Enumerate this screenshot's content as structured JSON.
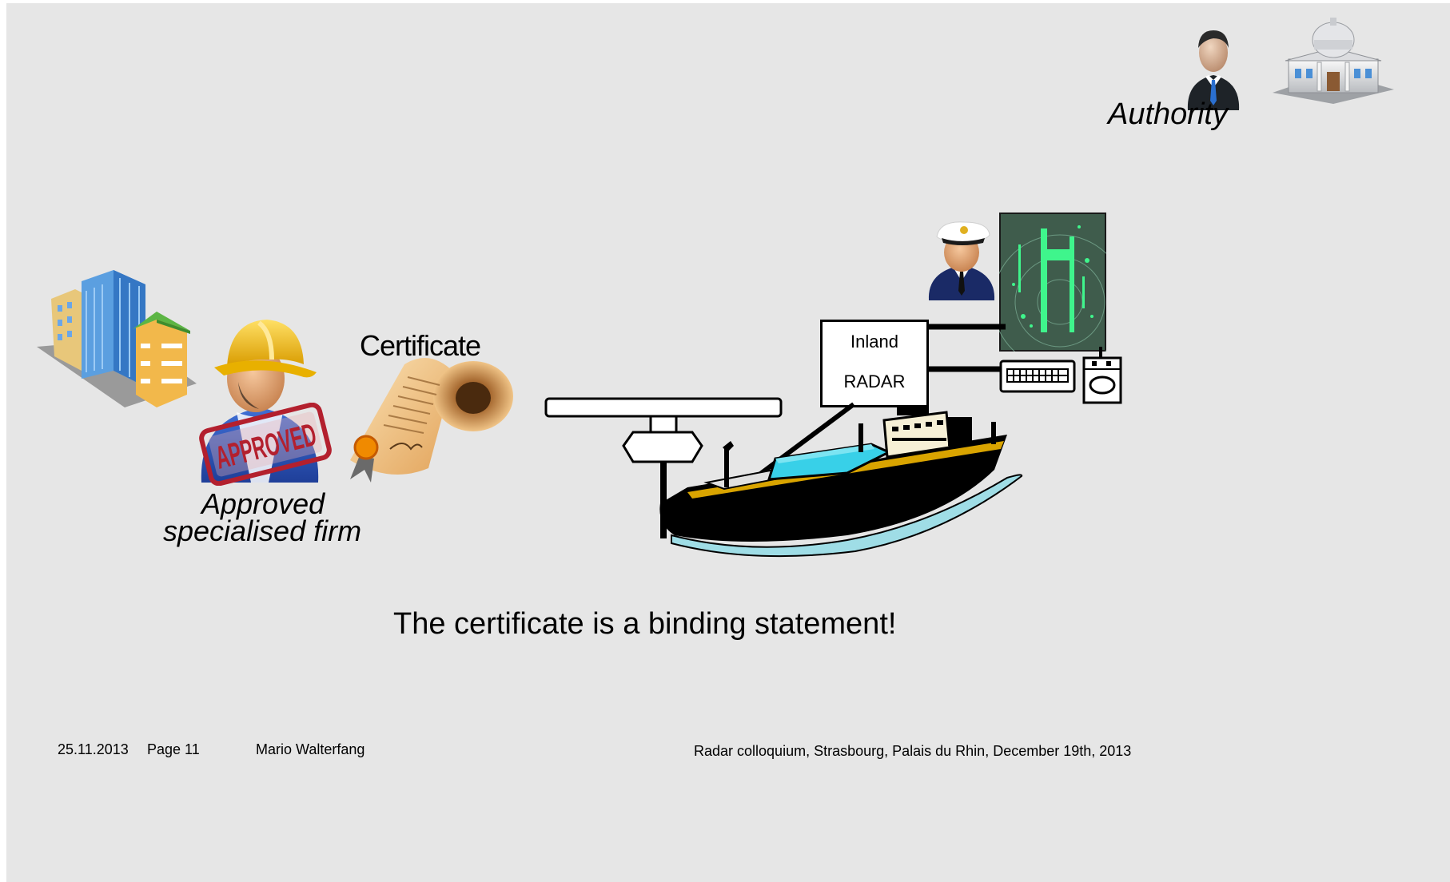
{
  "authority": {
    "label": "Authority",
    "icons": [
      "official-person-icon",
      "government-building-icon"
    ]
  },
  "firm": {
    "label_line1": "Approved",
    "label_line2": "specialised firm",
    "stamp_text": "APPROVED",
    "icons": [
      "city-buildings-icon",
      "construction-worker-icon",
      "approved-stamp-icon"
    ]
  },
  "certificate": {
    "label": "Certificate",
    "icon": "certificate-scroll-icon"
  },
  "radar": {
    "box_line1": "Inland",
    "box_line2": "RADAR",
    "icons": [
      "ship-captain-icon",
      "radar-display-icon",
      "keyboard-icon",
      "control-unit-icon",
      "radar-antenna-icon",
      "ship-icon"
    ]
  },
  "statement": "The certificate is a binding statement!",
  "footer": {
    "date": "25.11.2013",
    "page": "Page 11",
    "author": "Mario Walterfang",
    "event": "Radar colloquium, Strasbourg, Palais du Rhin, December 19th, 2013"
  },
  "colors": {
    "background": "#e6e6e6",
    "radar_screen": "#3f5c4c",
    "radar_echo": "#3ff58c",
    "stamp": "#b3202e",
    "helmet": "#f2c21a",
    "ship_cargo": "#38d0e8",
    "ship_stripe": "#d9a400"
  }
}
